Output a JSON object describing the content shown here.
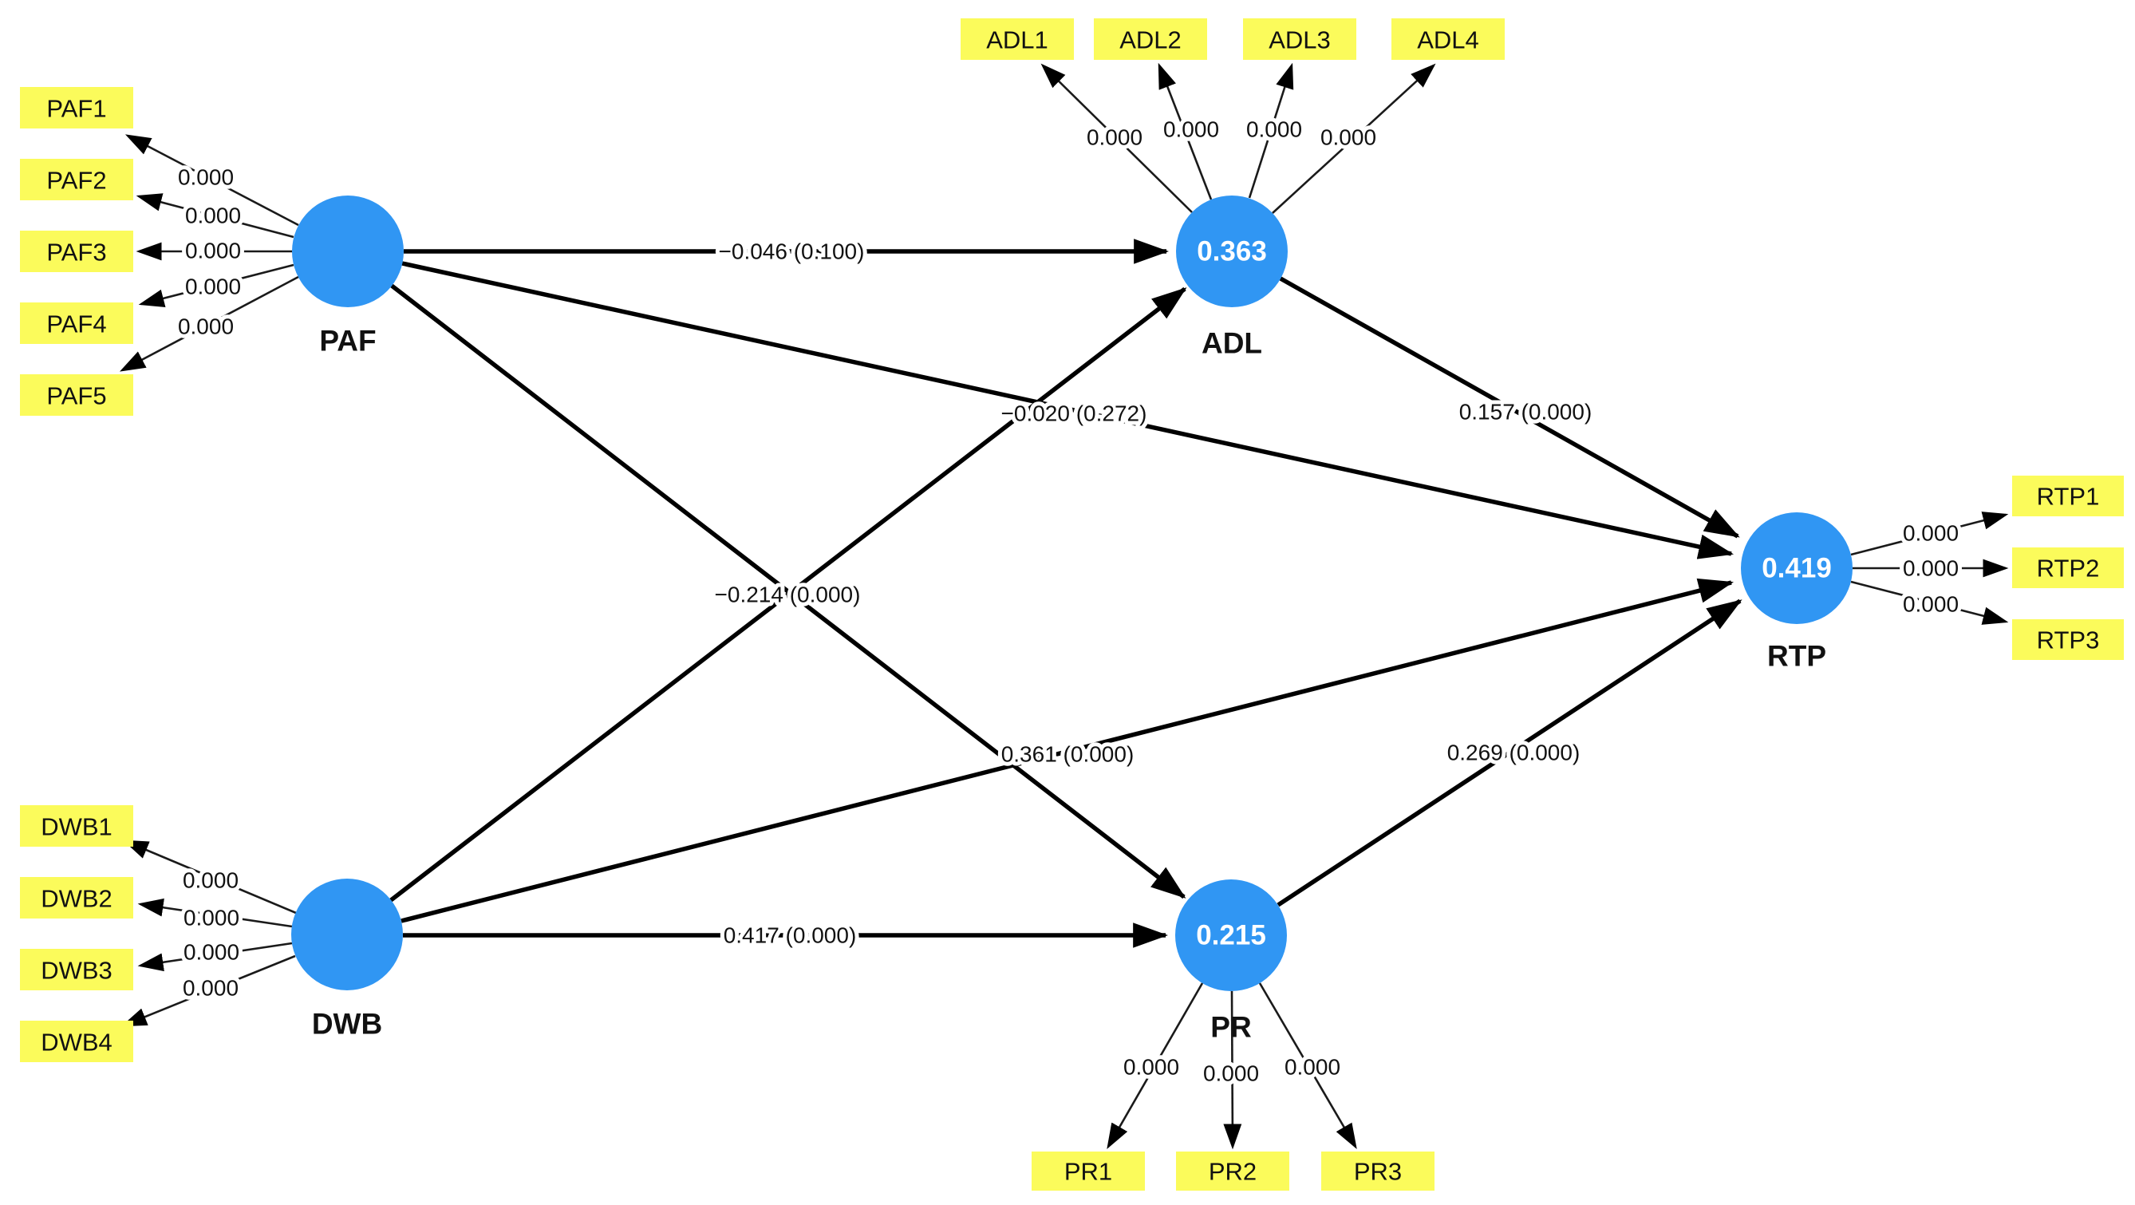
{
  "model": {
    "constructs": [
      {
        "name": "PAF",
        "value": "",
        "indicators": [
          {
            "label": "PAF1",
            "loading": "0.000"
          },
          {
            "label": "PAF2",
            "loading": "0.000"
          },
          {
            "label": "PAF3",
            "loading": "0.000"
          },
          {
            "label": "PAF4",
            "loading": "0.000"
          },
          {
            "label": "PAF5",
            "loading": "0.000"
          }
        ]
      },
      {
        "name": "DWB",
        "value": "",
        "indicators": [
          {
            "label": "DWB1",
            "loading": "0.000"
          },
          {
            "label": "DWB2",
            "loading": "0.000"
          },
          {
            "label": "DWB3",
            "loading": "0.000"
          },
          {
            "label": "DWB4",
            "loading": "0.000"
          }
        ]
      },
      {
        "name": "ADL",
        "value": "0.363",
        "indicators": [
          {
            "label": "ADL1",
            "loading": "0.000"
          },
          {
            "label": "ADL2",
            "loading": "0.000"
          },
          {
            "label": "ADL3",
            "loading": "0.000"
          },
          {
            "label": "ADL4",
            "loading": "0.000"
          }
        ]
      },
      {
        "name": "PR",
        "value": "0.215",
        "indicators": [
          {
            "label": "PR1",
            "loading": "0.000"
          },
          {
            "label": "PR2",
            "loading": "0.000"
          },
          {
            "label": "PR3",
            "loading": "0.000"
          }
        ]
      },
      {
        "name": "RTP",
        "value": "0.419",
        "indicators": [
          {
            "label": "RTP1",
            "loading": "0.000"
          },
          {
            "label": "RTP2",
            "loading": "0.000"
          },
          {
            "label": "RTP3",
            "loading": "0.000"
          }
        ]
      }
    ],
    "paths": [
      {
        "from": "PAF",
        "to": "ADL",
        "label": "−0.046 (0.100)"
      },
      {
        "from": "PAF",
        "to": "RTP",
        "label": "−0.020 (0.272)"
      },
      {
        "from": "PAF",
        "to": "PR",
        "label": "−0.214 (0.000)"
      },
      {
        "from": "DWB",
        "to": "ADL",
        "label": ""
      },
      {
        "from": "DWB",
        "to": "PR",
        "label": "0.417 (0.000)"
      },
      {
        "from": "DWB",
        "to": "RTP",
        "label": "0.361 (0.000)"
      },
      {
        "from": "ADL",
        "to": "RTP",
        "label": "0.157 (0.000)"
      },
      {
        "from": "PR",
        "to": "RTP",
        "label": "0.269 (0.000)"
      }
    ],
    "colors": {
      "construct_fill": "#3096F3",
      "indicator_fill": "#FBFB5B",
      "line": "#000000",
      "value_text": "#FFFFFF"
    }
  }
}
